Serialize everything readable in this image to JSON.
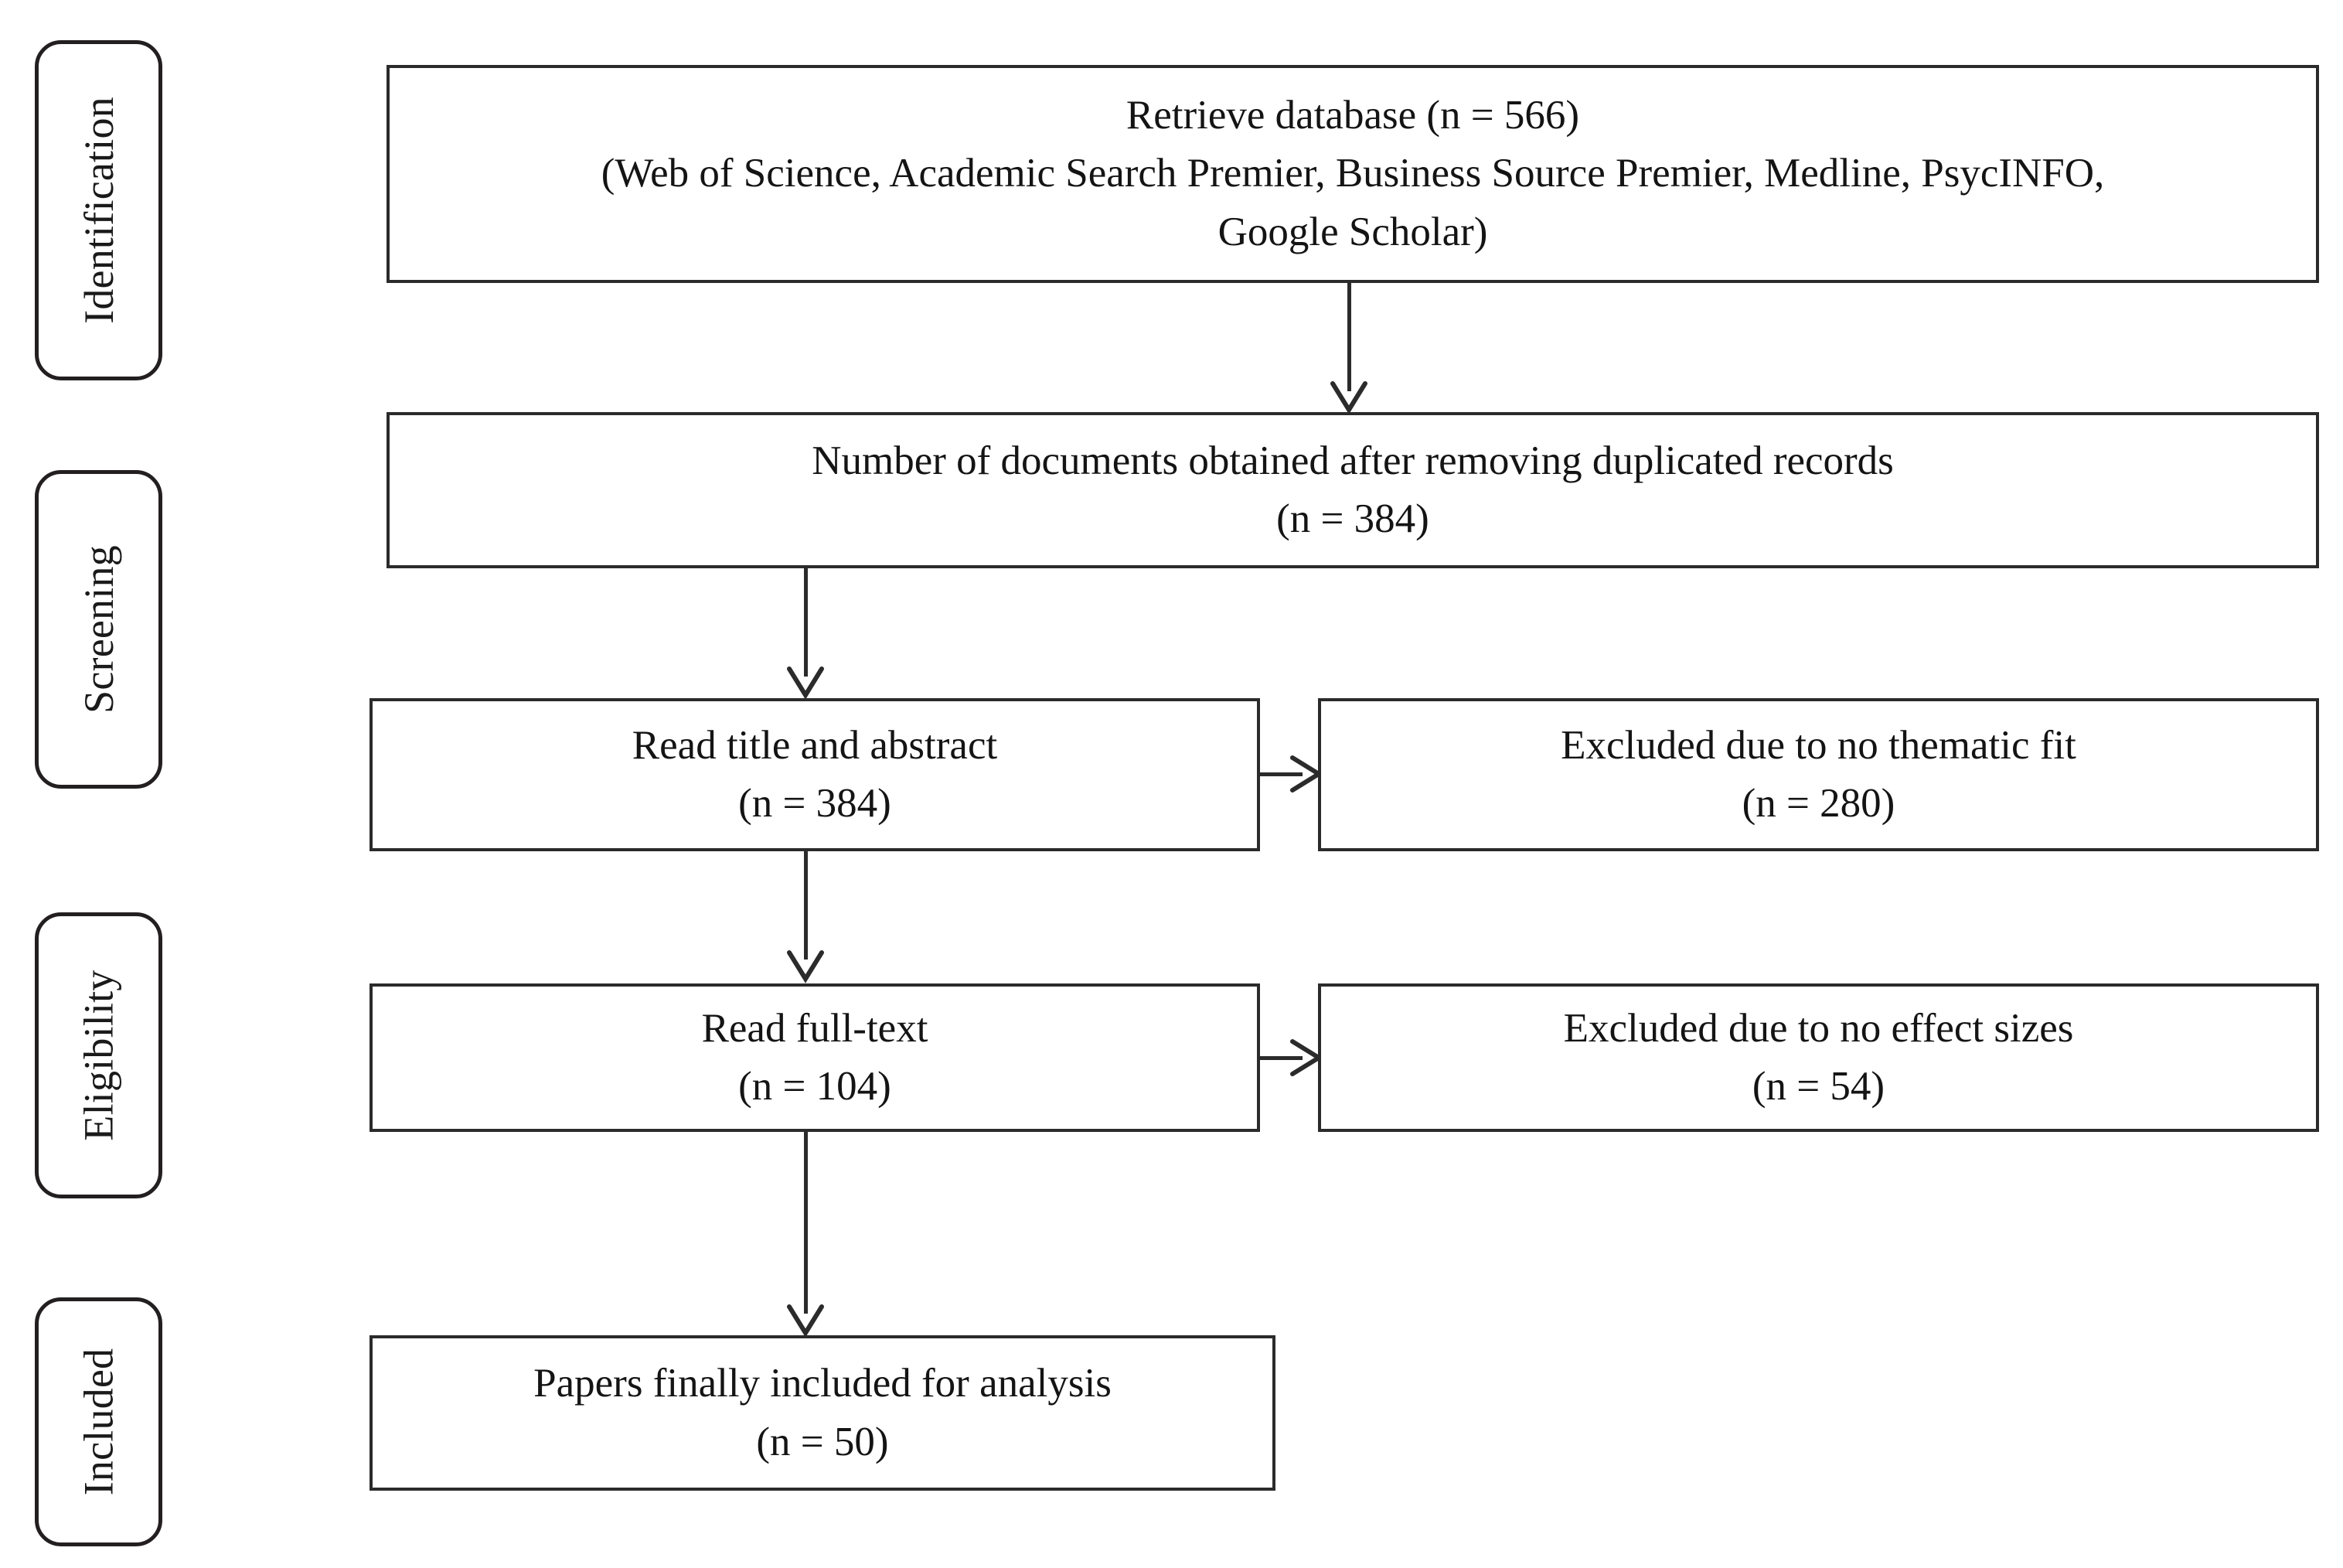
{
  "diagram": {
    "type": "prisma-flow-diagram",
    "title": "",
    "stages": [
      {
        "id": "identification",
        "label": "Identification"
      },
      {
        "id": "screening",
        "label": "Screening"
      },
      {
        "id": "eligibility",
        "label": "Eligibility"
      },
      {
        "id": "included",
        "label": "Included"
      }
    ],
    "boxes": [
      {
        "id": "retrieve-database",
        "lines": [
          "Retrieve database (n = 566)",
          "(Web of Science, Academic Search Premier, Business Source Premier, Medline, PsycINFO,",
          "Google Scholar)"
        ]
      },
      {
        "id": "after-duplicates",
        "lines": [
          "Number of documents obtained after removing duplicated records",
          "(n = 384)"
        ]
      },
      {
        "id": "read-title-abstract",
        "lines": [
          "Read title and abstract",
          "(n = 384)"
        ]
      },
      {
        "id": "excluded-no-thematic-fit",
        "lines": [
          "Excluded due to no thematic fit",
          "(n = 280)"
        ]
      },
      {
        "id": "read-full-text",
        "lines": [
          "Read full-text",
          "(n = 104)"
        ]
      },
      {
        "id": "excluded-no-effect-sizes",
        "lines": [
          "Excluded due to no effect sizes",
          "(n = 54)"
        ]
      },
      {
        "id": "papers-included",
        "lines": [
          "Papers finally included for analysis",
          "(n = 50)"
        ]
      }
    ],
    "counts": {
      "retrieved": 566,
      "after_duplicates": 384,
      "title_abstract_screened": 384,
      "excluded_no_thematic_fit": 280,
      "full_text_read": 104,
      "excluded_no_effect_sizes": 54,
      "finally_included": 50
    },
    "databases": [
      "Web of Science",
      "Academic Search Premier",
      "Business Source Premier",
      "Medline",
      "PsycINFO",
      "Google Scholar"
    ],
    "colors": {
      "background": "#ffffff",
      "border": "#2b2b2b",
      "label_border": "#231f20",
      "text": "#141414"
    }
  }
}
